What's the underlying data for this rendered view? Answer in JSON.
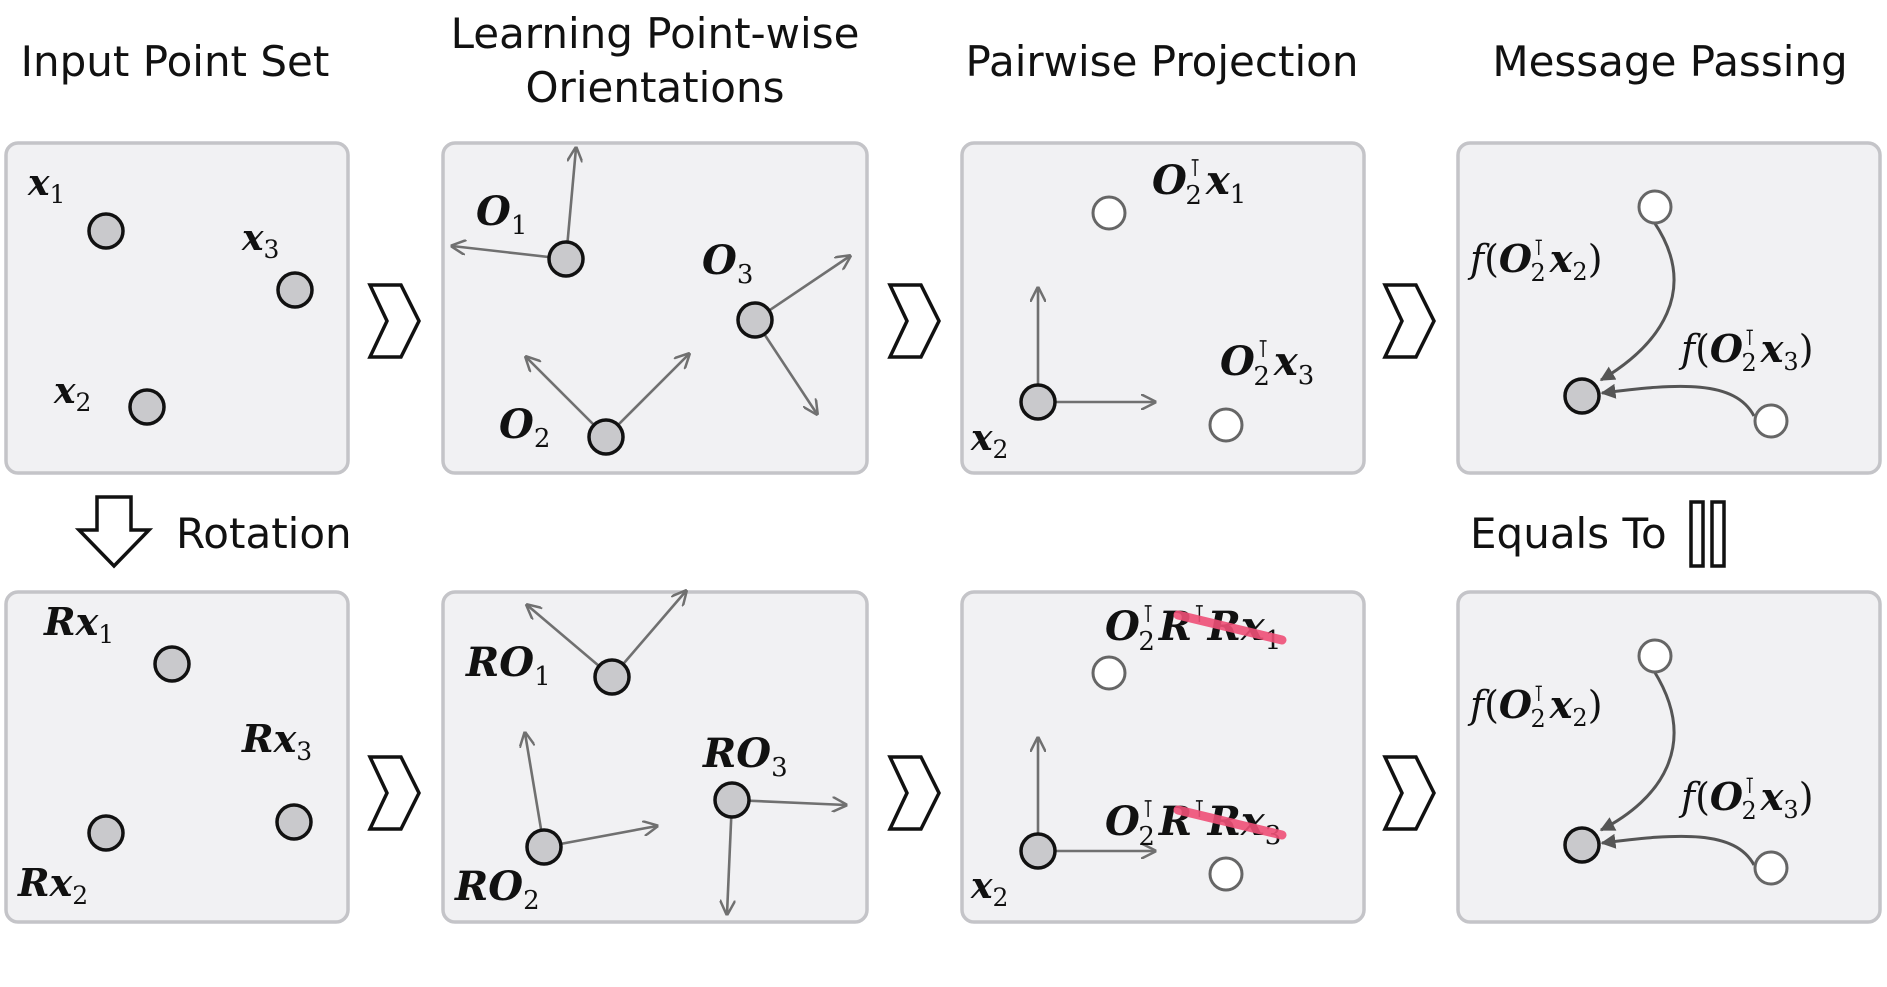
{
  "headers": {
    "input": "Input Point Set",
    "learning_line1": "Learning Point-wise",
    "learning_line2": "Orientations",
    "projection": "Pairwise Projection",
    "message": "Message Passing"
  },
  "labels": {
    "rotation": "Rotation",
    "equals_to": "Equals To"
  },
  "math": {
    "bold_x": "x",
    "bold_O": "O",
    "bold_R": "R",
    "transpose": "⊺",
    "f": "f",
    "paren_open": "(",
    "paren_close": ")",
    "sub_1": "1",
    "sub_2": "2",
    "sub_3": "3"
  },
  "colors": {
    "panel_fill": "#f1f1f3",
    "panel_stroke": "#c4c4c8",
    "point_fill": "#c9c9cc",
    "strike": "#ef5077"
  }
}
